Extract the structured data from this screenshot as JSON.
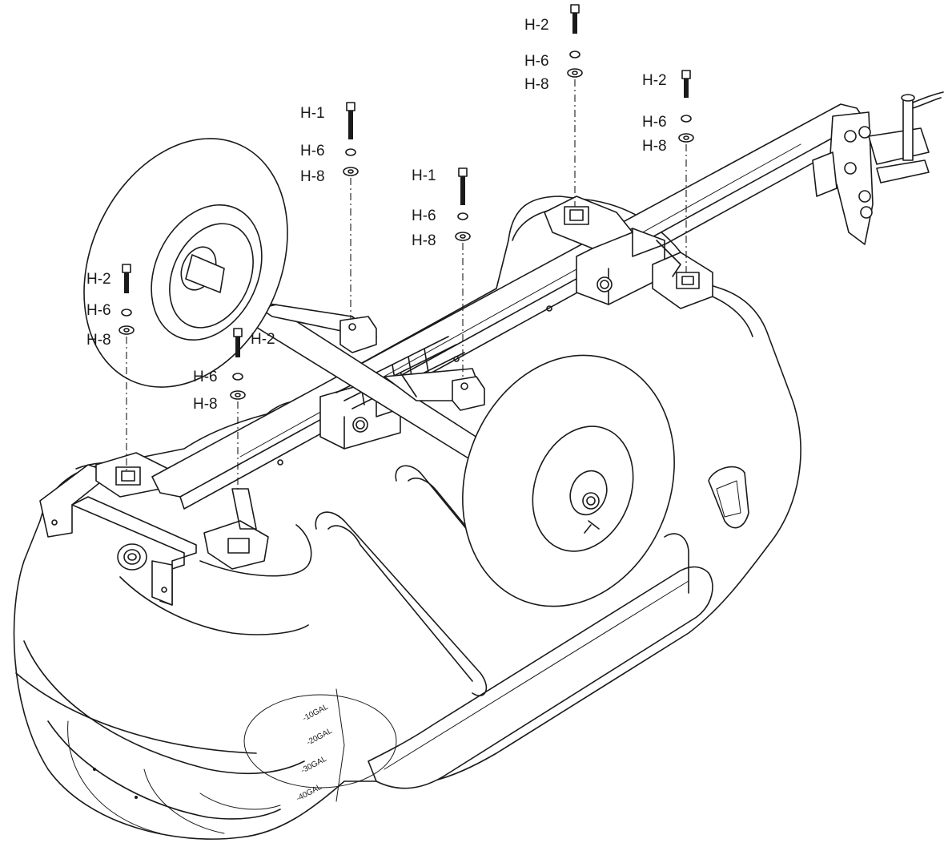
{
  "diagram": {
    "tank_markings": [
      "-10GAL",
      "-20GAL",
      "-30GAL",
      "-40GAL"
    ],
    "callouts": [
      {
        "id": "c1",
        "labels": [
          "H-2",
          "H-6",
          "H-8"
        ]
      },
      {
        "id": "c2",
        "labels": [
          "H-2",
          "H-6",
          "H-8"
        ]
      },
      {
        "id": "c3",
        "labels": [
          "H-1",
          "H-6",
          "H-8"
        ]
      },
      {
        "id": "c4",
        "labels": [
          "H-1",
          "H-6",
          "H-8"
        ]
      },
      {
        "id": "c5",
        "labels": [
          "H-2",
          "H-6",
          "H-8"
        ]
      },
      {
        "id": "c6",
        "labels": [
          "H-2",
          "H-6",
          "H-8"
        ]
      }
    ]
  }
}
